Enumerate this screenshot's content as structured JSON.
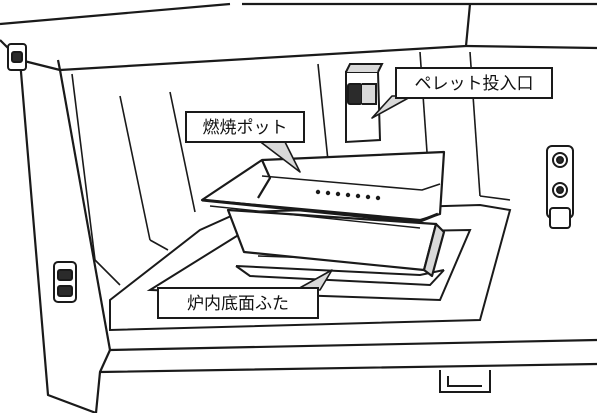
{
  "callouts": {
    "pellet_inlet": "ペレット投入口",
    "burn_pot": "燃焼ポット",
    "furnace_floor_lid": "炉内底面ふた"
  },
  "colors": {
    "stroke": "#1a1a1a",
    "fill": "#ffffff",
    "shade": "#d9d9d9",
    "dark": "#2b2b2b"
  }
}
